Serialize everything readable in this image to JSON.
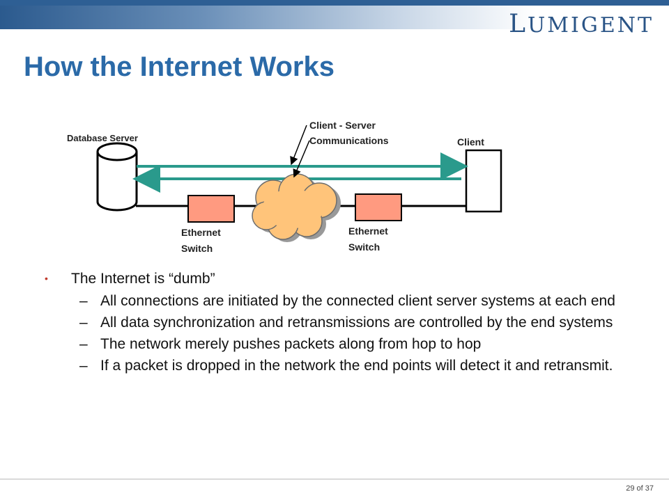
{
  "header": {
    "logo_text": "Lumigent",
    "title": "How the Internet Works"
  },
  "diagram": {
    "database_server_label": "Database Server",
    "client_label": "Client",
    "comm_label_line1": "Client - Server",
    "comm_label_line2": "Communications",
    "switch_left_line1": "Ethernet",
    "switch_left_line2": "Switch",
    "switch_right_line1": "Ethernet",
    "switch_right_line2": "Switch",
    "colors": {
      "arrow": "#2a9a8c",
      "switch_fill": "#ff9a80",
      "cloud_fill": "#ffc47a"
    }
  },
  "bullets": {
    "main": "The Internet is “dumb”",
    "items": [
      "All connections are initiated by the connected client server systems at each end",
      "All data synchronization and retransmissions are controlled  by the end systems",
      "The network merely pushes packets along from hop to hop",
      "If a packet is dropped in the network the end points will detect it and retransmit."
    ]
  },
  "footer": {
    "page_number": "29 of 37"
  }
}
